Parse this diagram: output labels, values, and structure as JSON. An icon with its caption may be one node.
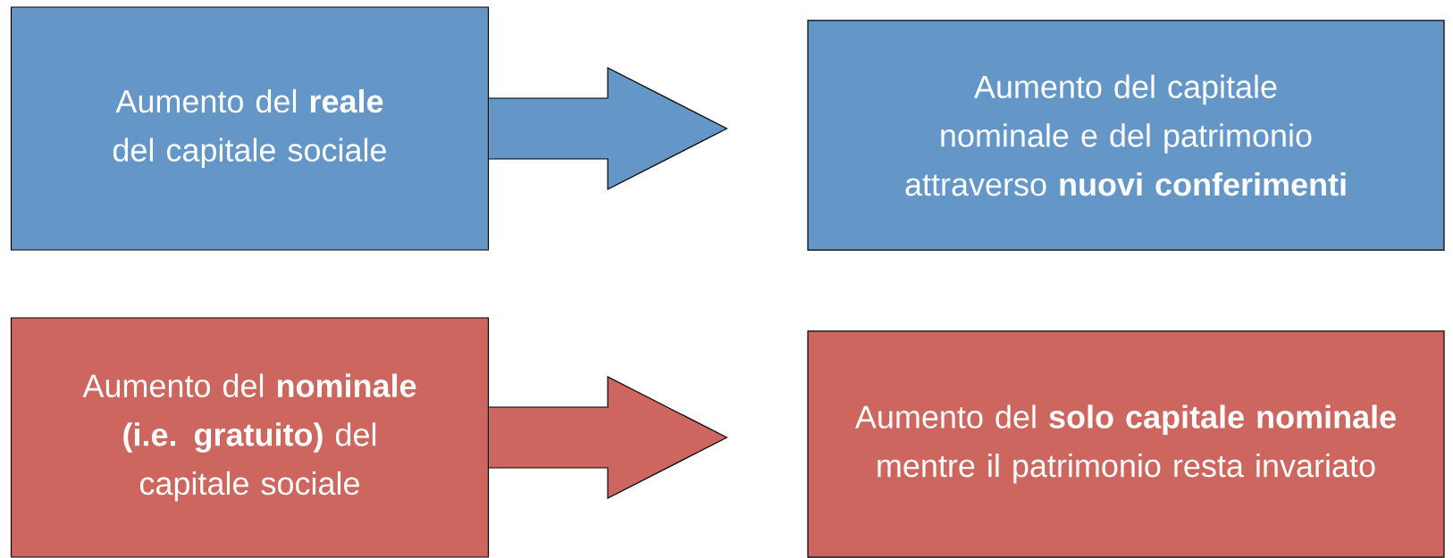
{
  "diagram": {
    "nodes": [
      {
        "text": [
          "Aumento del **reale** del capitale sociale"
        ]
      },
      {
        "text": [
          "Aumento del capitale nominale e del patrimonio attraverso **nuovi conferimenti**"
        ]
      },
      {
        "text": [
          "Aumento del **nominale (i.e. gratuito)** del capitale sociale"
        ]
      },
      {
        "text": [
          "Aumento del **solo capitale nominale** mentre il patrimonio resta invariato"
        ]
      }
    ],
    "edges": [
      {
        "from": 0,
        "to": 1,
        "arrow": "to",
        "color": "#6496c8"
      },
      {
        "from": 2,
        "to": 3,
        "arrow": "to",
        "color": "#cc665f"
      }
    ]
  }
}
